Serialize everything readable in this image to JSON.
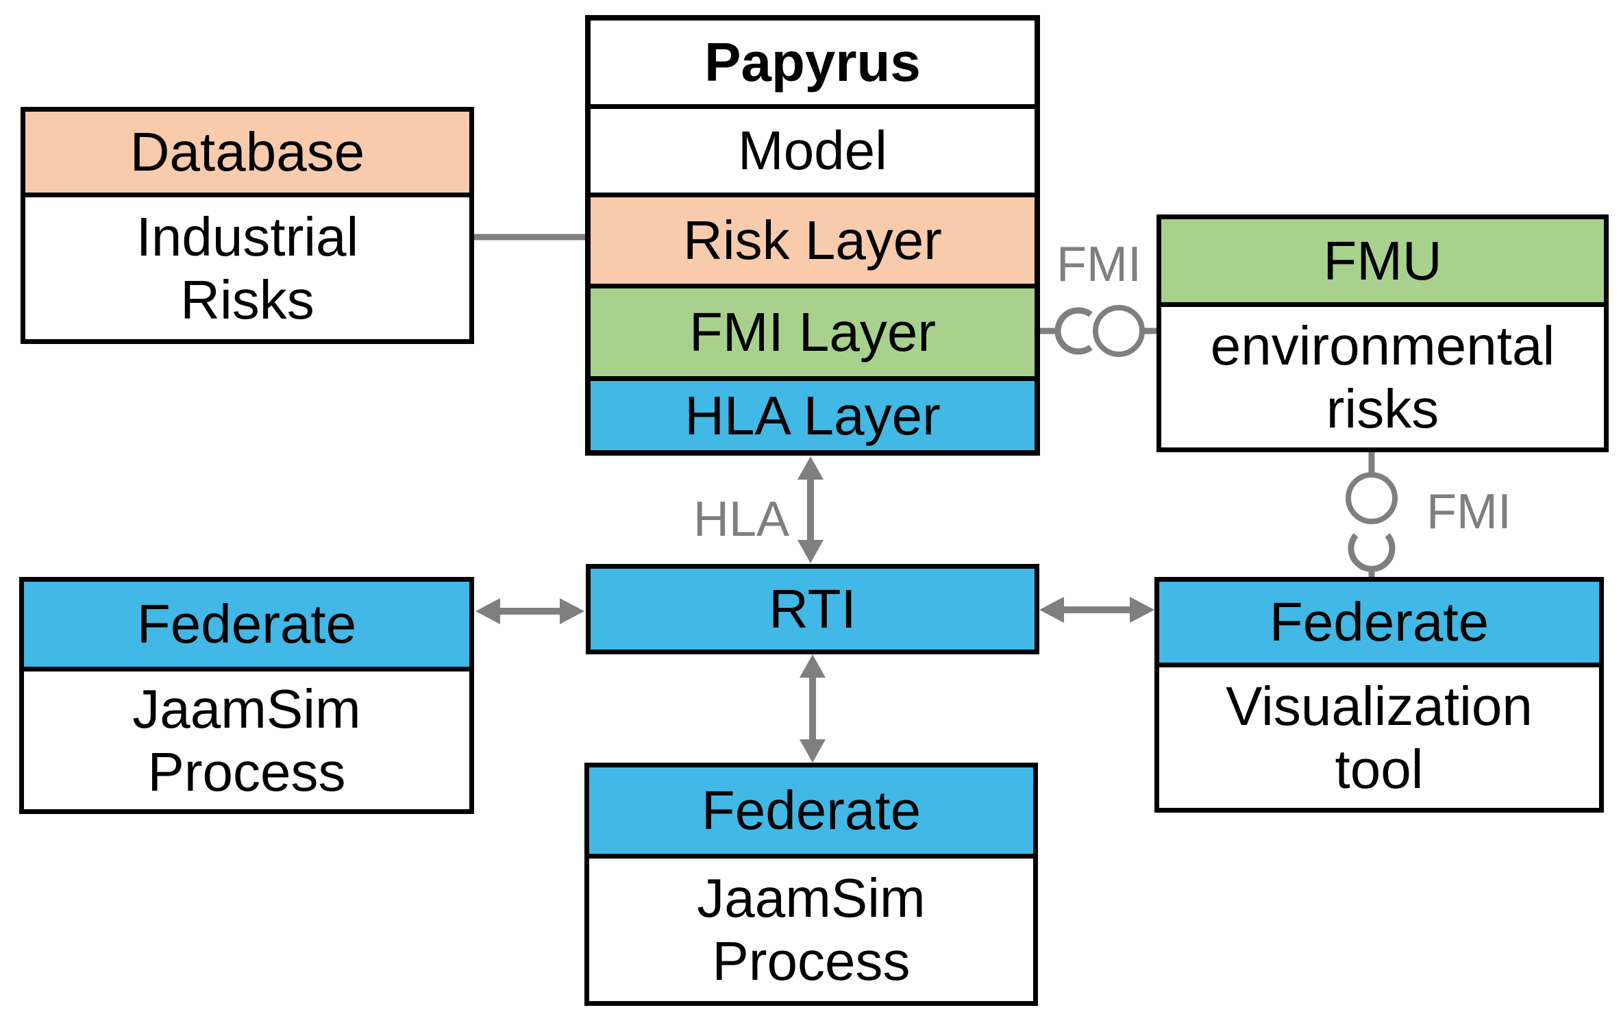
{
  "colors": {
    "orange": "#F8CBAD",
    "green": "#A9D18E",
    "blue": "#41B8E5",
    "gray": "#7F7F7F",
    "border": "#000000"
  },
  "papyrus": {
    "title": "Papyrus",
    "layers": [
      {
        "label": "Model",
        "color": "#FFFFFF"
      },
      {
        "label": "Risk Layer",
        "color": "#F8CBAD"
      },
      {
        "label": "FMI Layer",
        "color": "#A9D18E"
      },
      {
        "label": "HLA Layer",
        "color": "#41B8E5"
      }
    ]
  },
  "database": {
    "title": "Database",
    "body": [
      "Industrial",
      "Risks"
    ]
  },
  "fmu": {
    "title": "FMU",
    "body": [
      "environmental",
      "risks"
    ]
  },
  "rti": {
    "title": "RTI"
  },
  "federate_left": {
    "title": "Federate",
    "body": [
      "JaamSim",
      "Process"
    ]
  },
  "federate_bottom": {
    "title": "Federate",
    "body": [
      "JaamSim",
      "Process"
    ]
  },
  "federate_right": {
    "title": "Federate",
    "body": [
      "Visualization",
      "tool"
    ]
  },
  "connector_labels": {
    "hla": "HLA",
    "fmi_horizontal": "FMI",
    "fmi_vertical": "FMI"
  }
}
